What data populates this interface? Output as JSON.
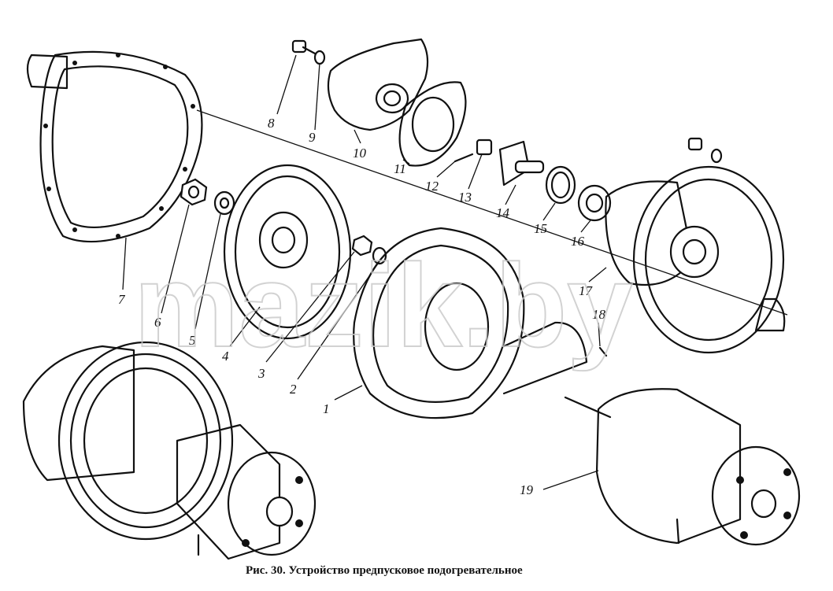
{
  "caption": "Рис. 30. Устройство предпусковое подогревательное",
  "watermark": "mazik.by",
  "callouts": [
    {
      "id": "c1",
      "label": "1"
    },
    {
      "id": "c2",
      "label": "2"
    },
    {
      "id": "c3",
      "label": "3"
    },
    {
      "id": "c4",
      "label": "4"
    },
    {
      "id": "c5",
      "label": "5"
    },
    {
      "id": "c6",
      "label": "6"
    },
    {
      "id": "c7",
      "label": "7"
    },
    {
      "id": "c8",
      "label": "8"
    },
    {
      "id": "c9",
      "label": "9"
    },
    {
      "id": "c10",
      "label": "10"
    },
    {
      "id": "c11",
      "label": "11"
    },
    {
      "id": "c12",
      "label": "12"
    },
    {
      "id": "c13",
      "label": "13"
    },
    {
      "id": "c14",
      "label": "14"
    },
    {
      "id": "c15",
      "label": "15"
    },
    {
      "id": "c16",
      "label": "16"
    },
    {
      "id": "c17",
      "label": "17"
    },
    {
      "id": "c18",
      "label": "18"
    },
    {
      "id": "c19",
      "label": "19"
    }
  ]
}
